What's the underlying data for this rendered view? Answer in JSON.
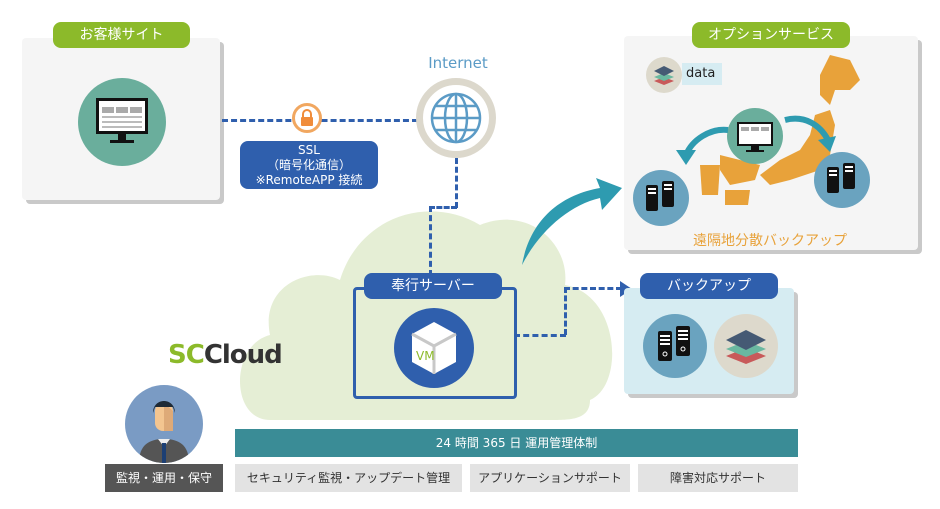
{
  "customer_site": {
    "title": "お客様サイト"
  },
  "ssl": {
    "line1": "SSL",
    "line2": "（暗号化通信）",
    "line3": "※RemoteAPP 接続"
  },
  "internet": {
    "label": "Internet"
  },
  "option_service": {
    "title": "オプションサービス",
    "data_label": "data",
    "caption": "遠隔地分散バックアップ"
  },
  "server": {
    "title": "奉行サーバー",
    "vm_label": "VM"
  },
  "backup": {
    "title": "バックアップ"
  },
  "logo": {
    "prefix": "SC",
    "suffix": "Cloud"
  },
  "operations": {
    "role_label": "監視・運用・保守",
    "banner": "24 時間 365 日 運用管理体制",
    "items": [
      "セキュリティ監視・アップデート管理",
      "アプリケーションサポート",
      "障害対応サポート"
    ]
  },
  "colors": {
    "green": "#8cba2a",
    "blue": "#2f5fad",
    "teal": "#3a8c96",
    "orange": "#e8a23a",
    "cloud": "#e5eed5"
  }
}
